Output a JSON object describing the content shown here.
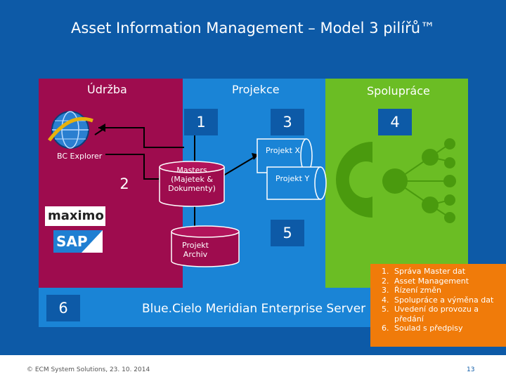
{
  "title": "Asset Information Management – Model 3 pilířů™",
  "panels": {
    "maintenance": "Údržba",
    "projection": "Projekce",
    "collaboration": "Spolupráce"
  },
  "numbers": {
    "n1": "1",
    "n2": "2",
    "n3": "3",
    "n4": "4",
    "n5": "5",
    "n6": "6"
  },
  "bc_explorer": "BC Explorer",
  "logos": {
    "maximo": "maximo",
    "sap": "SAP"
  },
  "masters": "Masters (Majetek & Dokumenty)",
  "archive": "Projekt Archiv",
  "project_x": "Projekt X",
  "project_y": "Projekt Y",
  "server": "Blue.Cielo Meridian Enterprise Server",
  "list": [
    "Správa Master dat",
    "Asset Management",
    "Řízení změn",
    "Spolupráce a výměna dat",
    "Uvedení do provozu a předání",
    "Soulad s předpisy"
  ],
  "footer": {
    "copyright": "© ECM System Solutions, 23. 10. 2014",
    "page": "13"
  },
  "colors": {
    "background": "#0d5aa7",
    "maintenance": "#9e0c4e",
    "projection": "#1a84d6",
    "collaboration": "#6bbd24",
    "list": "#f07b0a"
  }
}
